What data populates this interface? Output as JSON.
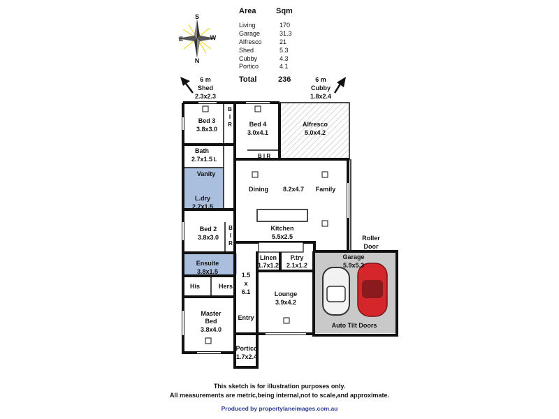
{
  "area_table": {
    "header_area": "Area",
    "header_sqm": "Sqm",
    "rows": [
      {
        "name": "Living",
        "sqm": "170"
      },
      {
        "name": "Garage",
        "sqm": "31.3"
      },
      {
        "name": "Alfresco",
        "sqm": "21"
      },
      {
        "name": "Shed",
        "sqm": "5.3"
      },
      {
        "name": "Cubby",
        "sqm": "4.3"
      },
      {
        "name": "Portico",
        "sqm": "4.1"
      }
    ],
    "total_label": "Total",
    "total_value": "236"
  },
  "compass": {
    "s": "S",
    "e": "E",
    "w": "W",
    "n": "N"
  },
  "shed": {
    "distance": "6 m",
    "name": "Shed",
    "dims": "2.3x2.3"
  },
  "cubby": {
    "distance": "6 m",
    "name": "Cubby",
    "dims": "1.8x2.4"
  },
  "rooms": {
    "bed3": {
      "name": "Bed 3",
      "dims": "3.8x3.0"
    },
    "bed4": {
      "name": "Bed 4",
      "dims": "3.0x4.1"
    },
    "alfresco": {
      "name": "Alfresco",
      "dims": "5.0x4.2"
    },
    "bath": {
      "name": "Bath",
      "dims": "2.7x1.5"
    },
    "vanity": {
      "name": "Vanity"
    },
    "ldry": {
      "name": "L.dry",
      "dims": "2.7x1.5"
    },
    "dining": {
      "name": "Dining"
    },
    "family": {
      "name": "Family"
    },
    "dining_family_dims": "8.2x4.7",
    "kitchen": {
      "name": "Kitchen",
      "dims": "5.5x2.5"
    },
    "bed2": {
      "name": "Bed 2",
      "dims": "3.8x3.0"
    },
    "ensuite": {
      "name": "Ensuite",
      "dims": "3.8x1.5"
    },
    "linen": {
      "name": "Linen",
      "dims": "1.7x1.2"
    },
    "pantry": {
      "name": "P.try",
      "dims": "2.1x1.2"
    },
    "his": "His",
    "hers": "Hers",
    "hall": {
      "w": "1.5",
      "x": "x",
      "l": "6.1"
    },
    "lounge": {
      "name": "Lounge",
      "dims": "3.9x4.2"
    },
    "master": {
      "name1": "Master",
      "name2": "Bed",
      "dims": "3.8x4.0"
    },
    "entry": "Entry",
    "portico": {
      "name": "Portico",
      "dims": "1.7x2.4"
    },
    "garage": {
      "name": "Garage",
      "dims": "5.9x5.3"
    },
    "roller1": "Roller",
    "roller2": "Door",
    "tilt": "Auto Tilt Doors"
  },
  "bir_letters": [
    "B",
    "I",
    "R"
  ],
  "bir4": "B I R",
  "l_letter": "L",
  "disclaimer_line1": "This sketch is for illustration purposes only.",
  "disclaimer_line2": "All measurements are metric,being internal,not to scale,and approximate.",
  "credit": "Produced by propertylaneimages.com.au",
  "colors": {
    "wall": "#111111",
    "wet_area": "#aabfde",
    "garage_floor": "#c9c9c9",
    "alfresco_hatch": "#b9b9b9",
    "car_red": "#d4262b",
    "credit": "#2b3d8f"
  }
}
